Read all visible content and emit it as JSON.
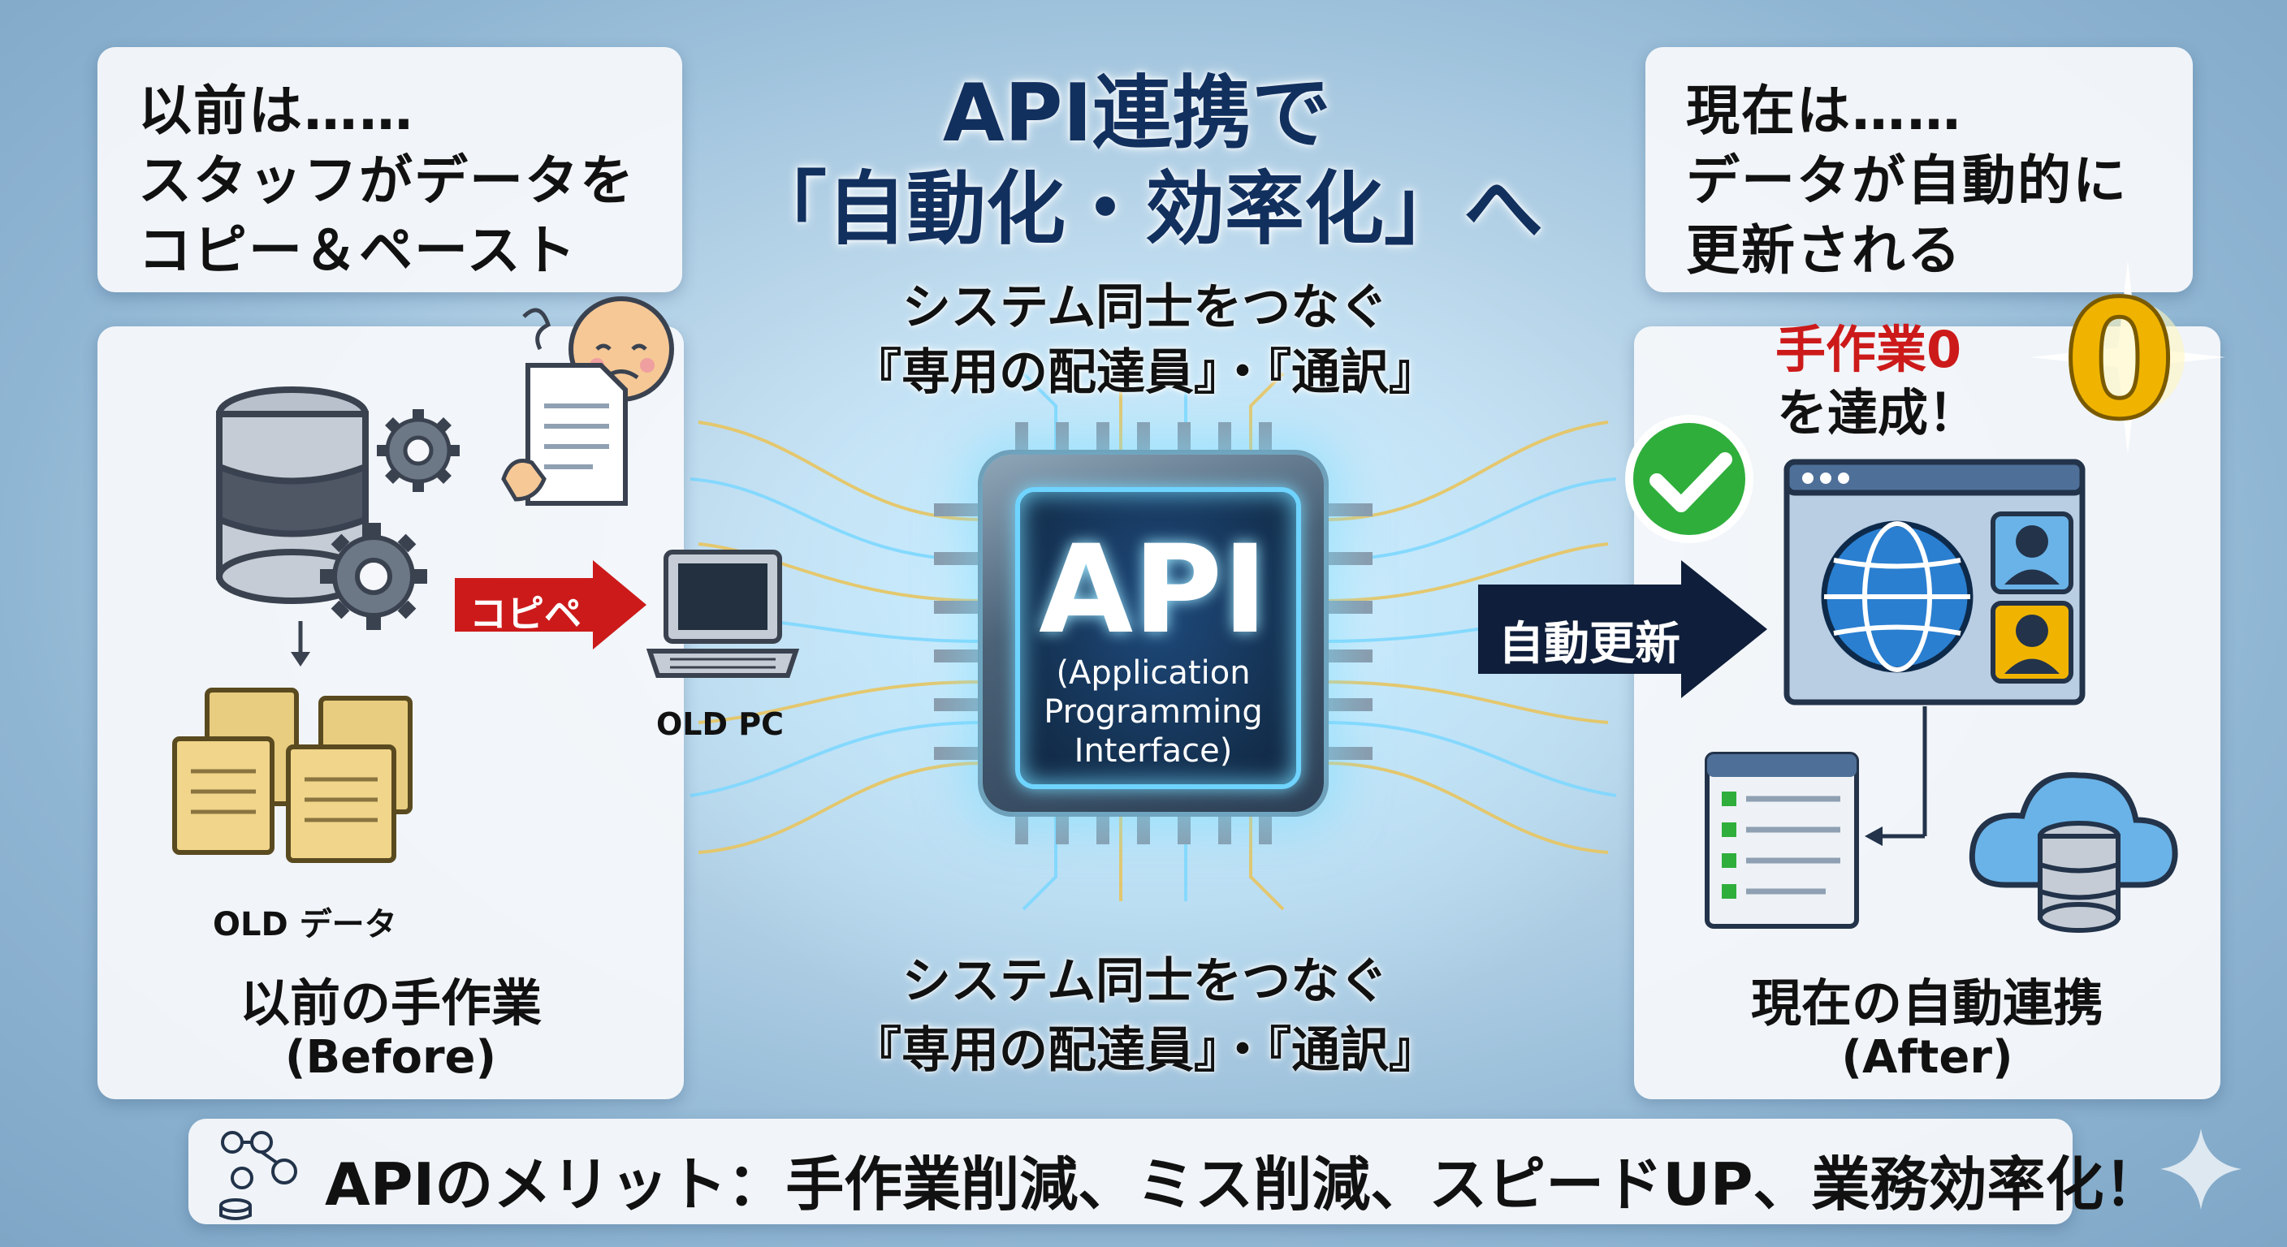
{
  "title": {
    "line1": "API連携で",
    "line2": "「自動化・効率化」へ"
  },
  "subtitle_top": {
    "line1": "システム同士をつなぐ",
    "line2": "『専用の配達員』・『通訳』"
  },
  "subtitle_bottom": {
    "line1": "システム同士をつなぐ",
    "line2": "『専用の配達員』・『通訳』"
  },
  "before_box": {
    "line1": "以前は……",
    "line2": "スタッフがデータを",
    "line3": "コピー＆ペースト"
  },
  "after_box": {
    "line1": "現在は……",
    "line2": "データが自動的に",
    "line3": "更新される"
  },
  "before_panel": {
    "copy_label": "コピペ",
    "pc_label": "OLD PC",
    "data_label": "OLD データ",
    "caption_line1": "以前の手作業",
    "caption_line2": "(Before)"
  },
  "after_panel": {
    "achieve_line1a": "手作業",
    "achieve_zero": "0",
    "achieve_line2": "を達成！",
    "big_zero": "0",
    "auto_label": "自動更新",
    "caption_line1": "現在の自動連携",
    "caption_line2": "(After)"
  },
  "chip": {
    "label": "API",
    "sub1": "(Application",
    "sub2": "Programming",
    "sub3": "Interface)"
  },
  "merit": "APIのメリット：手作業削減、ミス削減、スピードUP、業務効率化！",
  "colors": {
    "navy": "#12305e",
    "red": "#cc1a1a",
    "green": "#2fae3c",
    "gold": "#f0b400"
  },
  "icons": [
    "database-icon",
    "gear-icon",
    "document-icon",
    "sad-face-icon",
    "laptop-icon",
    "check-icon",
    "globe-icon",
    "user-icon",
    "cloud-database-icon",
    "list-icon",
    "sparkle-icon"
  ]
}
